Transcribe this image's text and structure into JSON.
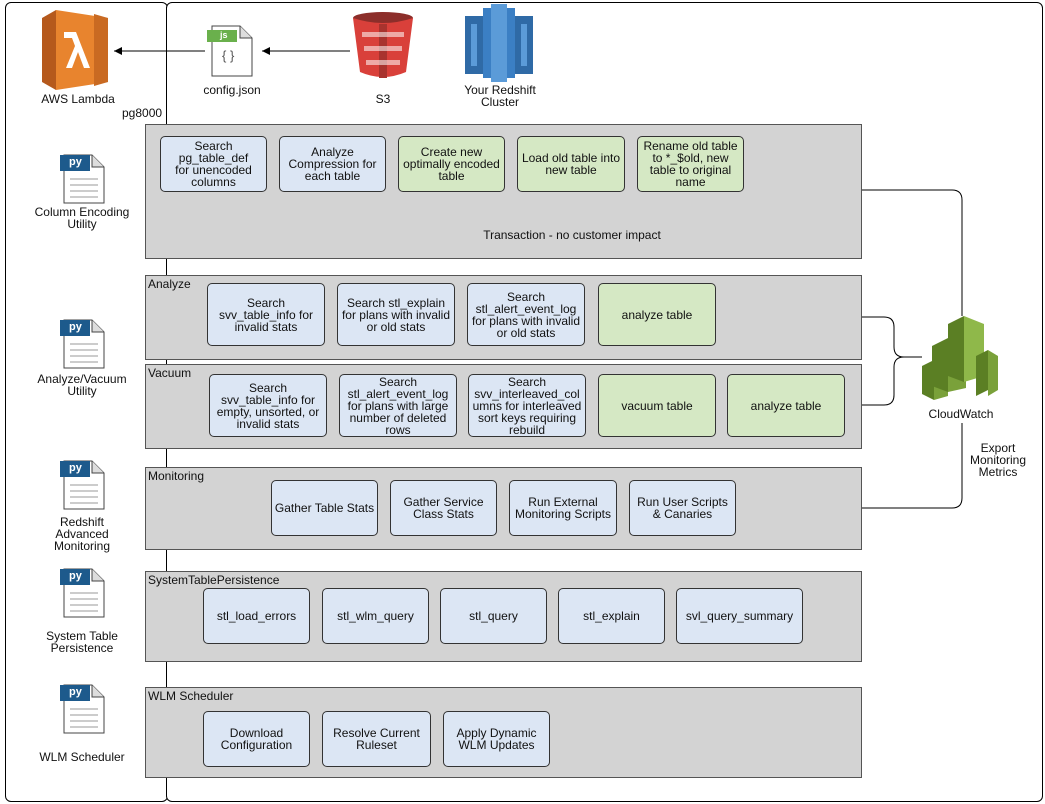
{
  "top": {
    "lambda_label": "AWS Lambda",
    "config_label": "config.json",
    "config_badge": "js",
    "config_glyph": "{ }",
    "s3_label": "S3",
    "redshift_label": "Your Redshift\nCluster",
    "pg8000_label": "pg8000"
  },
  "utilities": {
    "py_badge": "py",
    "column_encoding": "Column Encoding\nUtility",
    "analyze_vacuum": "Analyze/Vacuum\nUtility",
    "advanced_monitoring": "Redshift\nAdvanced\nMonitoring",
    "system_table_persistence": "System Table\nPersistence",
    "wlm_scheduler": "WLM Scheduler"
  },
  "column_encoding": {
    "steps": [
      "Search\npg_table_def\nfor unencoded\ncolumns",
      "Analyze\nCompression for\neach table",
      "Create new\noptimally encoded\ntable",
      "Load old table into\nnew table",
      "Rename old table\nto *_$old, new\ntable to original\nname"
    ],
    "transaction_label": "Transaction - no customer impact"
  },
  "analyze": {
    "title": "Analyze",
    "steps": [
      "Search\nsvv_table_info for\ninvalid stats",
      "Search stl_explain\nfor plans with invalid\nor old stats",
      "Search\nstl_alert_event_log\nfor plans with invalid\nor old stats",
      "analyze table"
    ]
  },
  "vacuum": {
    "title": "Vacuum",
    "steps": [
      "Search\nsvv_table_info for\nempty, unsorted, or\ninvalid stats",
      "Search\nstl_alert_event_log\nfor plans with large\nnumber of deleted\nrows",
      "Search\nsvv_interleaved_col\numns for interleaved\nsort keys requiring\nrebuild",
      "vacuum table",
      "analyze table"
    ]
  },
  "monitoring": {
    "title": "Monitoring",
    "steps": [
      "Gather Table Stats",
      "Gather Service\nClass Stats",
      "Run External\nMonitoring Scripts",
      "Run User Scripts\n& Canaries"
    ]
  },
  "persistence": {
    "title": "SystemTablePersistence",
    "tables": [
      "stl_load_errors",
      "stl_wlm_query",
      "stl_query",
      "stl_explain",
      "svl_query_summary"
    ]
  },
  "wlm": {
    "title": "WLM Scheduler",
    "steps": [
      "Download\nConfiguration",
      "Resolve Current\nRuleset",
      "Apply Dynamic\nWLM Updates"
    ]
  },
  "cloudwatch": {
    "label": "CloudWatch",
    "export_label": "Export\nMonitoring\nMetrics"
  },
  "colors": {
    "step_blue": "#dce6f4",
    "step_green": "#d5e8c4",
    "section_gray": "#d3d3d3",
    "lambda_orange": "#e8842e",
    "s3_red": "#d9403a",
    "redshift_blue": "#3b7fc4",
    "cloudwatch_green": "#7aa13a"
  }
}
